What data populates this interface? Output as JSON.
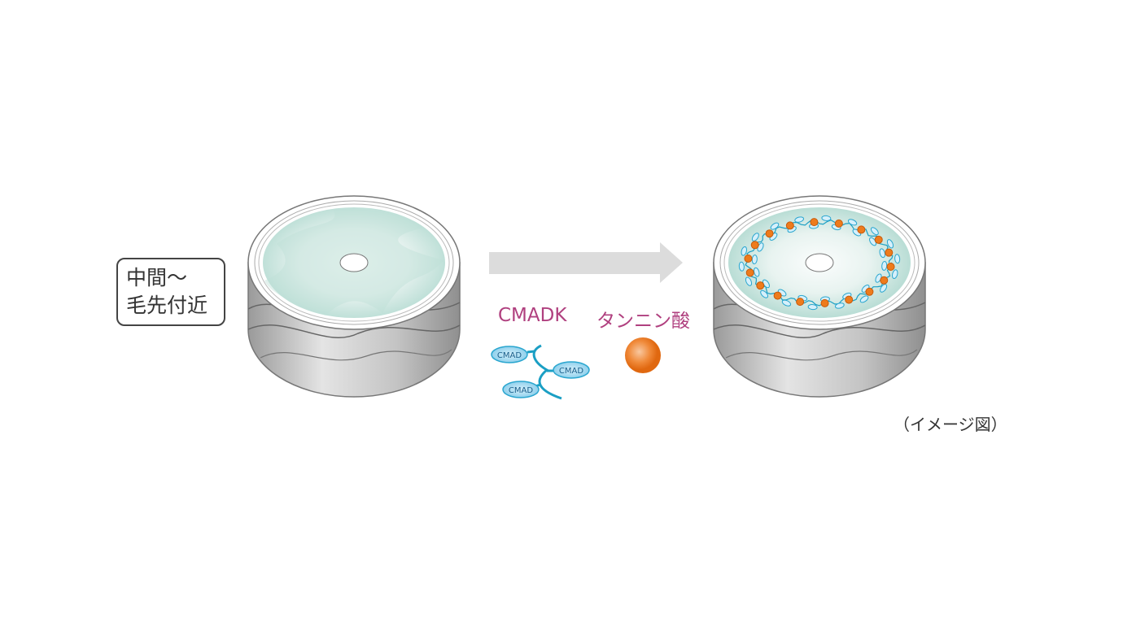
{
  "region_label": {
    "line1": "中間〜",
    "line2": "毛先付近"
  },
  "legend": {
    "cmadk": "CMADK",
    "tannin": "タンニン酸",
    "cmad_unit": "CMAD"
  },
  "caption": "（イメージ図）",
  "colors": {
    "accent_text": "#b0407f",
    "cmad": "#2aa6cf",
    "tannin": "#ee7b1c",
    "cortex": "#cfe8e2",
    "arrow": "#dcdcdc"
  }
}
